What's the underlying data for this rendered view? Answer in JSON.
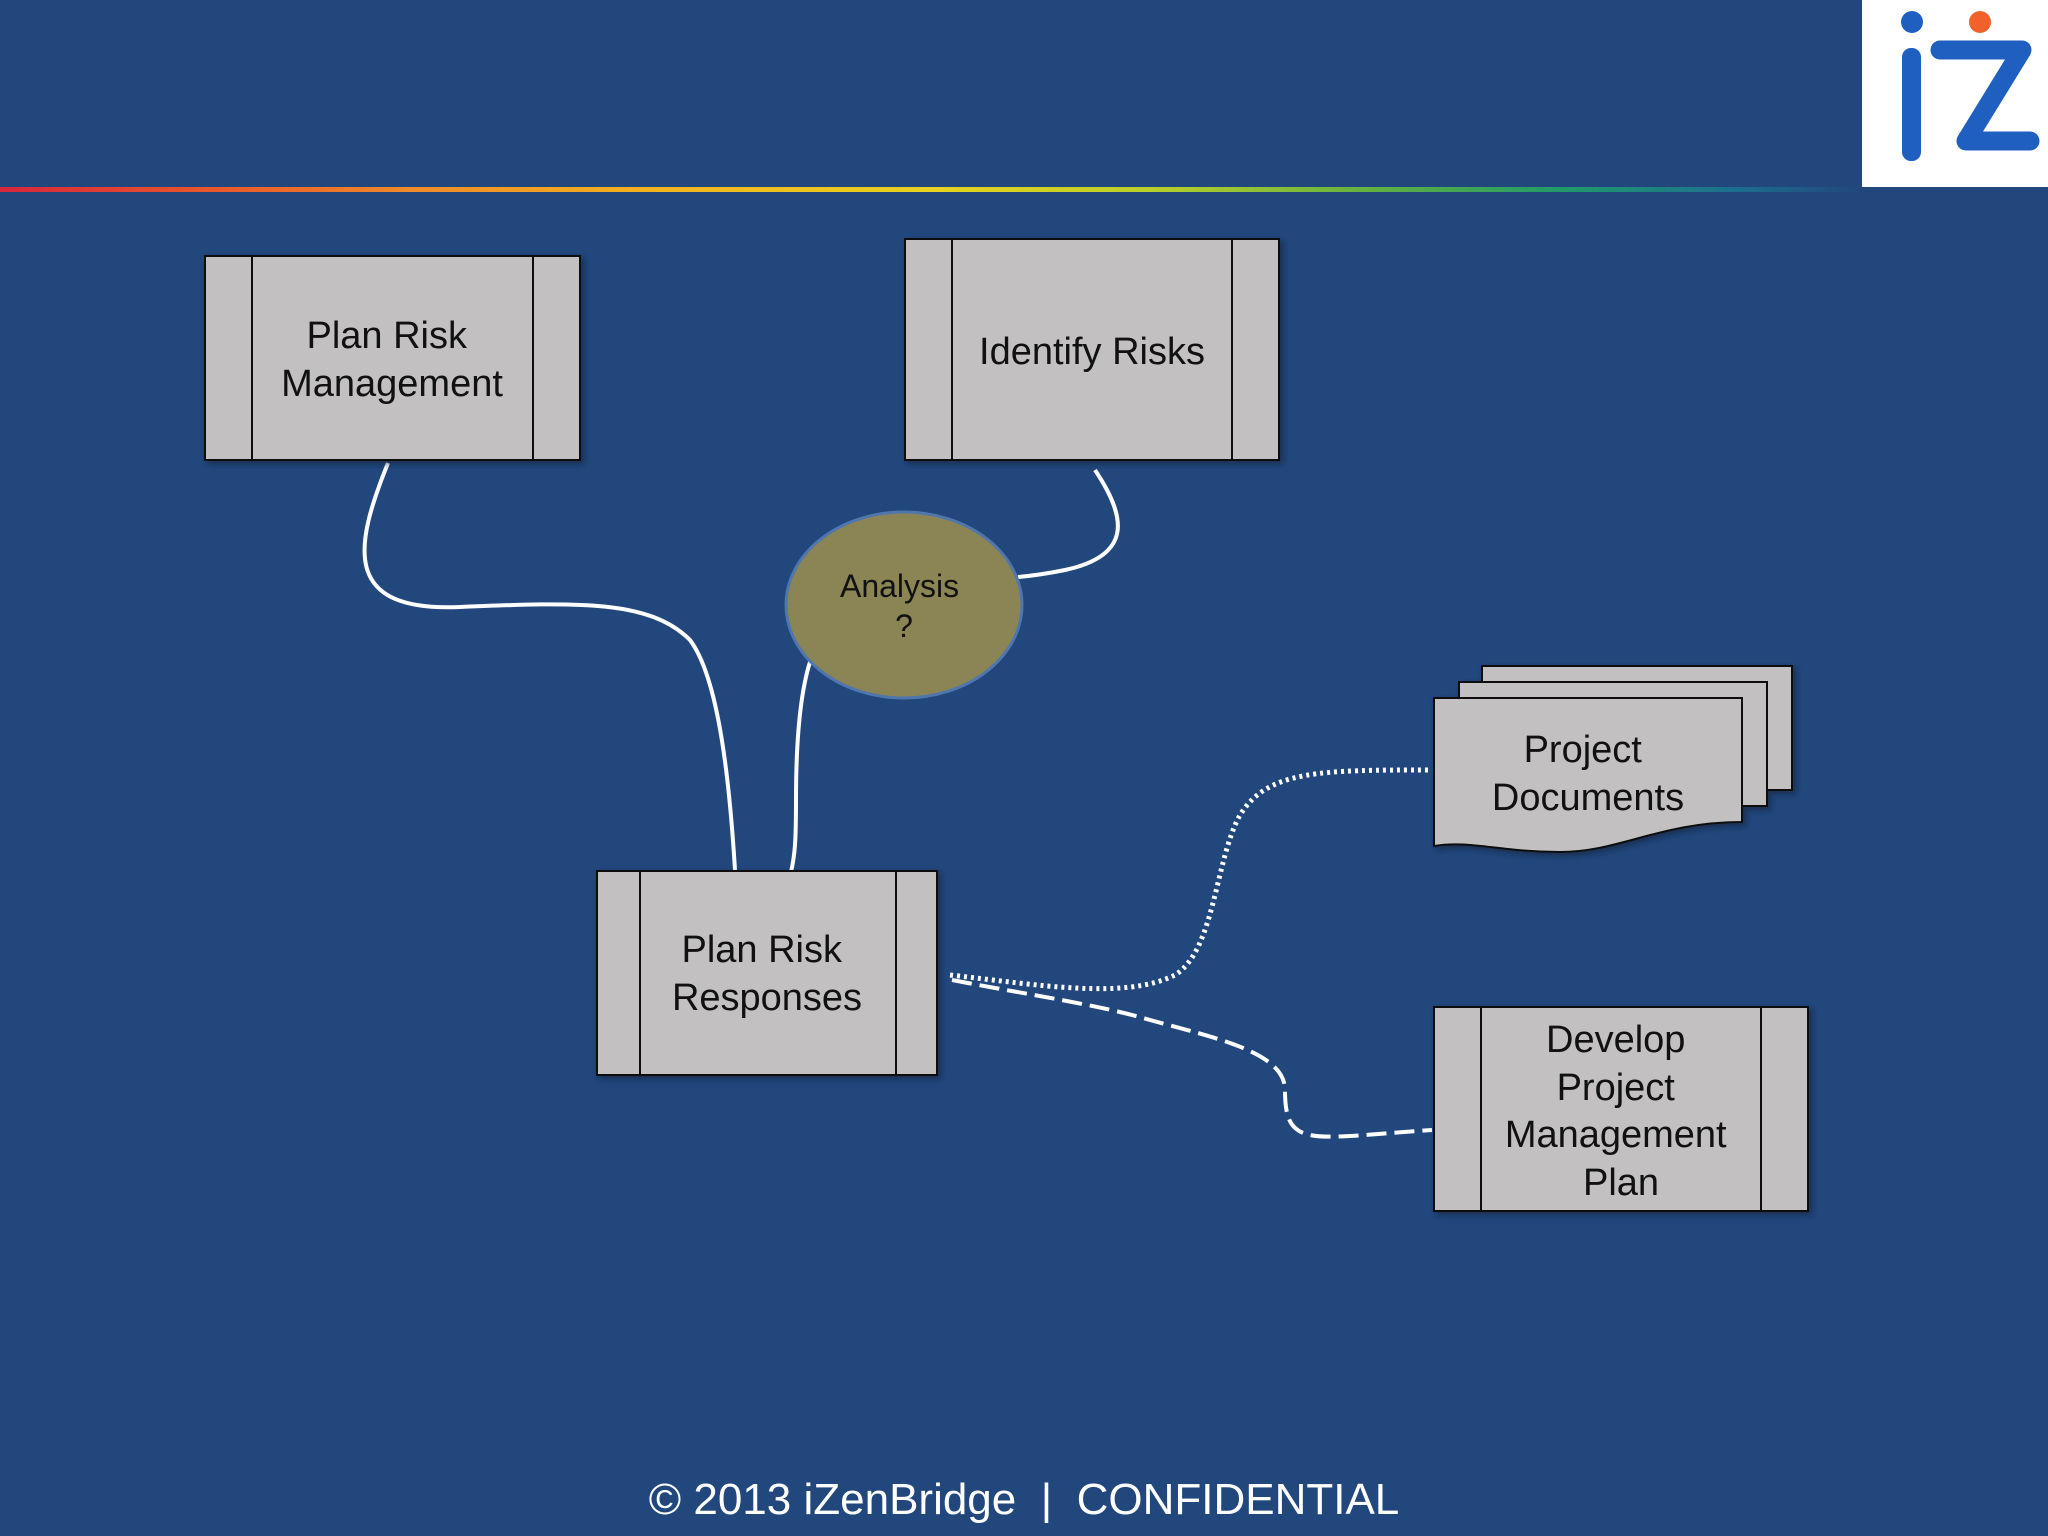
{
  "nodes": {
    "plan_risk_management": {
      "lines": [
        "Plan Risk",
        "Management"
      ]
    },
    "identify_risks": {
      "lines": [
        "Identify Risks"
      ]
    },
    "analysis": {
      "lines": [
        "Analysis",
        "?"
      ]
    },
    "plan_risk_responses": {
      "lines": [
        "Plan Risk",
        "Responses"
      ]
    },
    "project_documents": {
      "lines": [
        "Project",
        "Documents"
      ]
    },
    "develop_pm_plan": {
      "lines": [
        "Develop",
        "Project",
        "Management",
        "Plan"
      ]
    }
  },
  "logo": {
    "text": "iZ",
    "icon": "izenbridge-logo-icon"
  },
  "footer": {
    "text": "© 2013 iZenBridge  |  CONFIDENTIAL"
  },
  "colors": {
    "background": "#21477c",
    "process_fill": "#c2c0c1",
    "oval_fill": "#8b8454",
    "connector": "#ffffff",
    "logo_blue": "#1e5fbf",
    "logo_orange": "#f0622a"
  }
}
